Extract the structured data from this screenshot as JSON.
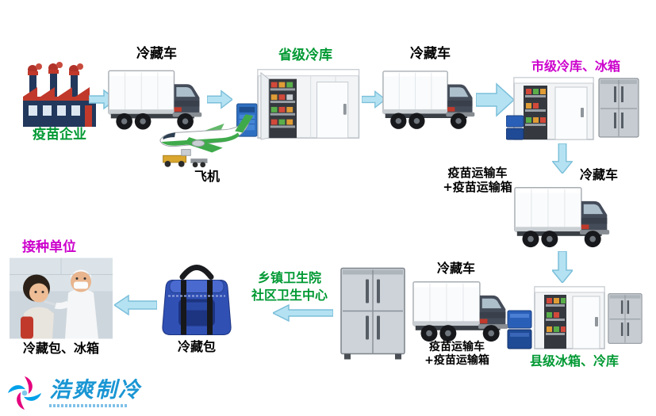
{
  "colors": {
    "label_green": "#009933",
    "label_magenta": "#cc00cc",
    "label_black": "#000000",
    "arrow_fill": "#b5e2f2",
    "arrow_stroke": "#7bbfda",
    "logo_blue": "#1a96d4"
  },
  "labels": {
    "factory": "疫苗企业",
    "truck_top_left": "冷藏车",
    "provincial_storage": "省级冷库",
    "truck_top_right": "冷藏车",
    "municipal_storage": "市级冷库、冰箱",
    "airplane": "飞机",
    "transport_right_line1": "疫苗运输车",
    "transport_right_line2": "+疫苗运输箱",
    "truck_right": "冷藏车",
    "county_storage": "县级冰箱、冷库",
    "truck_bottom": "冷藏车",
    "transport_bottom_line1": "疫苗运输车",
    "transport_bottom_line2": "+疫苗运输箱",
    "clinic_line1": "乡镇卫生院",
    "clinic_line2": "社区卫生中心",
    "cooler_bag": "冷藏包",
    "vaccination_unit": "接种单位",
    "vaccination_equipment": "冷藏包、冰箱",
    "logo_text": "浩爽制冷"
  }
}
